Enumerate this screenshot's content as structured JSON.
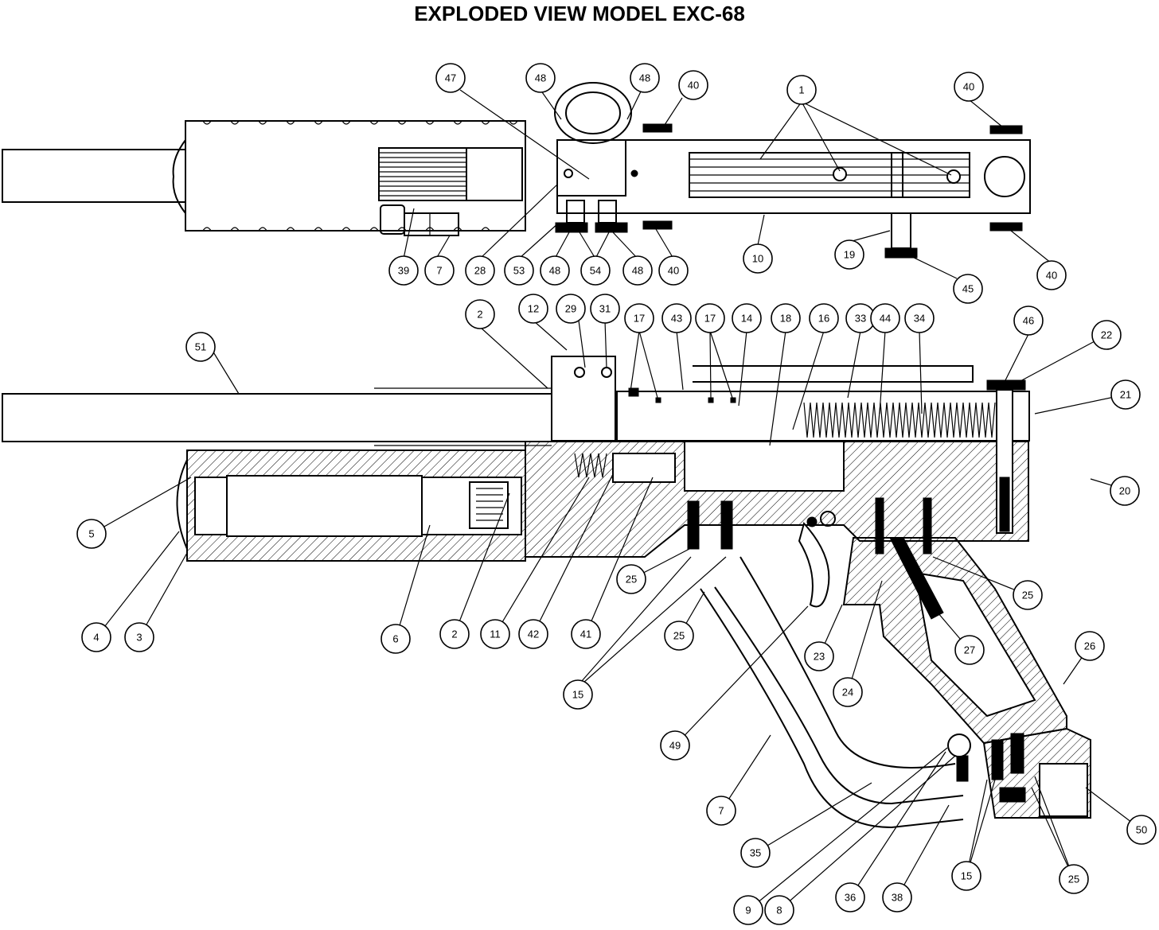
{
  "title": "EXPLODED VIEW MODEL EXC-68",
  "callouts": [
    {
      "id": "c47",
      "label": "47"
    },
    {
      "id": "c48a",
      "label": "48"
    },
    {
      "id": "c48b",
      "label": "48"
    },
    {
      "id": "c40a",
      "label": "40"
    },
    {
      "id": "c1",
      "label": "1"
    },
    {
      "id": "c40b",
      "label": "40"
    },
    {
      "id": "c39",
      "label": "39"
    },
    {
      "id": "c7a",
      "label": "7"
    },
    {
      "id": "c28",
      "label": "28"
    },
    {
      "id": "c53",
      "label": "53"
    },
    {
      "id": "c48c",
      "label": "48"
    },
    {
      "id": "c54",
      "label": "54"
    },
    {
      "id": "c48d",
      "label": "48"
    },
    {
      "id": "c40c",
      "label": "40"
    },
    {
      "id": "c10",
      "label": "10"
    },
    {
      "id": "c19",
      "label": "19"
    },
    {
      "id": "c45",
      "label": "45"
    },
    {
      "id": "c40d",
      "label": "40"
    },
    {
      "id": "c2a",
      "label": "2"
    },
    {
      "id": "c12",
      "label": "12"
    },
    {
      "id": "c29",
      "label": "29"
    },
    {
      "id": "c31",
      "label": "31"
    },
    {
      "id": "c17a",
      "label": "17"
    },
    {
      "id": "c43",
      "label": "43"
    },
    {
      "id": "c17b",
      "label": "17"
    },
    {
      "id": "c14",
      "label": "14"
    },
    {
      "id": "c18",
      "label": "18"
    },
    {
      "id": "c16",
      "label": "16"
    },
    {
      "id": "c33",
      "label": "33"
    },
    {
      "id": "c44",
      "label": "44"
    },
    {
      "id": "c34",
      "label": "34"
    },
    {
      "id": "c46",
      "label": "46"
    },
    {
      "id": "c22",
      "label": "22"
    },
    {
      "id": "c51",
      "label": "51"
    },
    {
      "id": "c21",
      "label": "21"
    },
    {
      "id": "c20",
      "label": "20"
    },
    {
      "id": "c5",
      "label": "5"
    },
    {
      "id": "c25a",
      "label": "25"
    },
    {
      "id": "c25b",
      "label": "25"
    },
    {
      "id": "c4",
      "label": "4"
    },
    {
      "id": "c3",
      "label": "3"
    },
    {
      "id": "c6",
      "label": "6"
    },
    {
      "id": "c2b",
      "label": "2"
    },
    {
      "id": "c11",
      "label": "11"
    },
    {
      "id": "c42",
      "label": "42"
    },
    {
      "id": "c41",
      "label": "41"
    },
    {
      "id": "c25c",
      "label": "25"
    },
    {
      "id": "c23",
      "label": "23"
    },
    {
      "id": "c27",
      "label": "27"
    },
    {
      "id": "c26",
      "label": "26"
    },
    {
      "id": "c24",
      "label": "24"
    },
    {
      "id": "c15a",
      "label": "15"
    },
    {
      "id": "c49",
      "label": "49"
    },
    {
      "id": "c7b",
      "label": "7"
    },
    {
      "id": "c50",
      "label": "50"
    },
    {
      "id": "c35",
      "label": "35"
    },
    {
      "id": "c15b",
      "label": "15"
    },
    {
      "id": "c25d",
      "label": "25"
    },
    {
      "id": "c36",
      "label": "36"
    },
    {
      "id": "c38",
      "label": "38"
    },
    {
      "id": "c9",
      "label": "9"
    },
    {
      "id": "c8",
      "label": "8"
    }
  ]
}
